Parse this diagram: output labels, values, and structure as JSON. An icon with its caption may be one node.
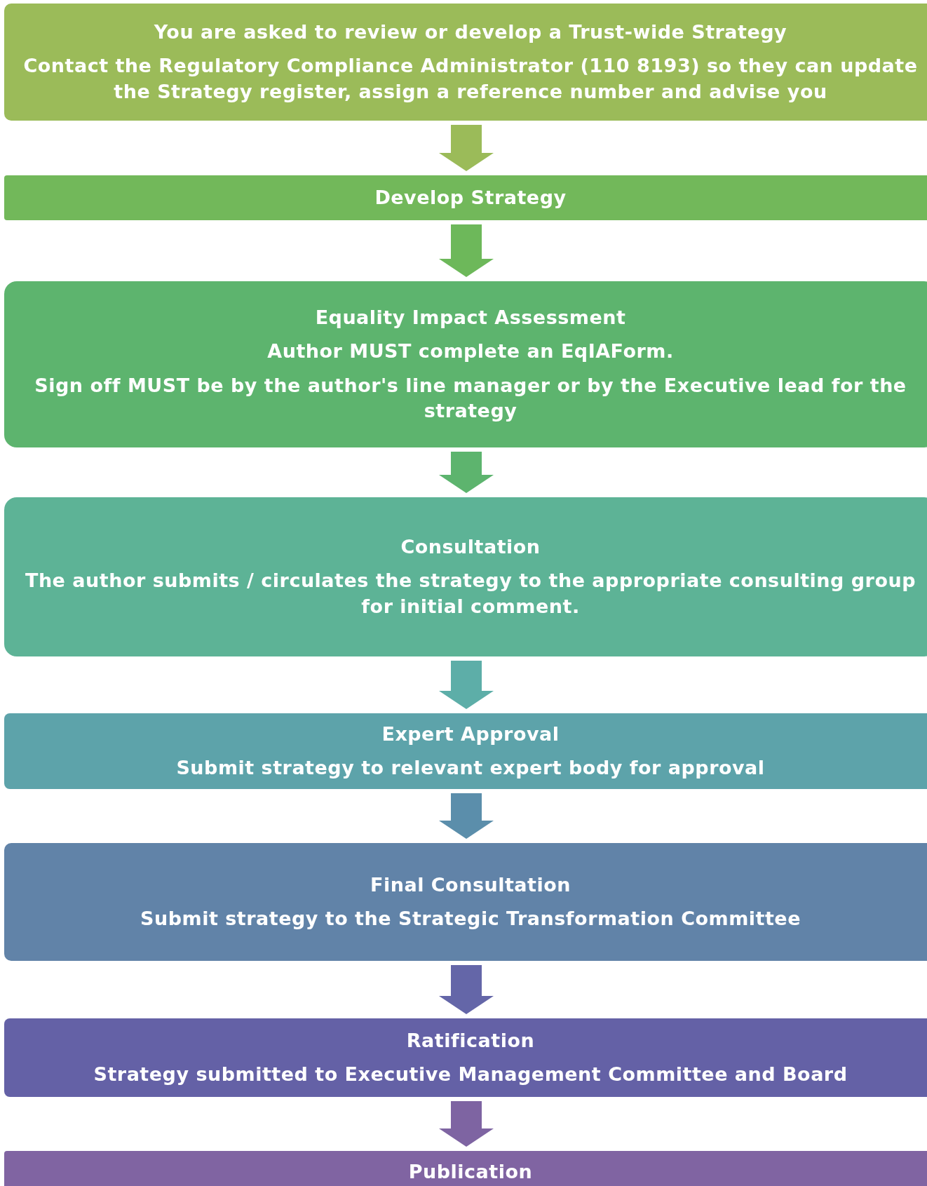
{
  "diagram": {
    "nodes": [
      {
        "text": [
          "You are asked to review or develop a Trust-wide Strategy",
          "Contact the Regulatory Compliance Administrator (110 8193) so they can update the Strategy register, assign a reference number and advise you"
        ]
      },
      {
        "text": [
          "Develop Strategy"
        ]
      },
      {
        "text": [
          "Equality Impact Assessment",
          "Author MUST complete an EqIAForm.",
          "Sign off MUST be by the author's line manager or by the Executive lead for the strategy"
        ]
      },
      {
        "text": [
          "Consultation",
          "The author submits / circulates the strategy to the appropriate consulting group for initial comment."
        ]
      },
      {
        "text": [
          "Expert Approval",
          "Submit strategy to relevant expert body for approval"
        ]
      },
      {
        "text": [
          "Final Consultation",
          "Submit strategy to the Strategic Transformation Committee"
        ]
      },
      {
        "text": [
          "Ratification",
          "Strategy submitted to Executive Management Committee and Board"
        ]
      },
      {
        "text": [
          "Publication"
        ]
      }
    ],
    "edges": [
      {
        "from": 0,
        "to": 1,
        "arrow": "to",
        "style": "thick",
        "color": "#9bbb59"
      },
      {
        "from": 1,
        "to": 2,
        "arrow": "to",
        "style": "thick",
        "color": "#6db85a"
      },
      {
        "from": 2,
        "to": 3,
        "arrow": "to",
        "style": "thick",
        "color": "#5db46e"
      },
      {
        "from": 3,
        "to": 4,
        "arrow": "to",
        "style": "thick",
        "color": "#5daea8"
      },
      {
        "from": 4,
        "to": 5,
        "arrow": "to",
        "style": "thick",
        "color": "#5b8eab"
      },
      {
        "from": 5,
        "to": 6,
        "arrow": "to",
        "style": "thick",
        "color": "#6466a8"
      },
      {
        "from": 6,
        "to": 7,
        "arrow": "to",
        "style": "thick",
        "color": "#7e64a2"
      }
    ]
  }
}
